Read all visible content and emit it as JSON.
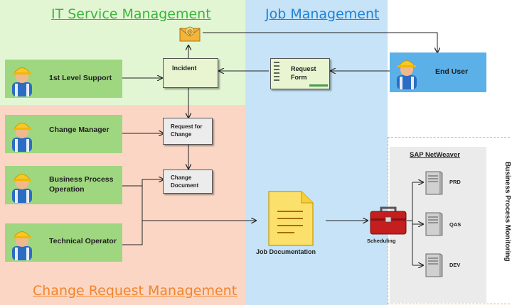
{
  "regions": {
    "itsm_title": "IT Service Management",
    "job_title": "Job Management",
    "crm_title": "Change Request Management",
    "bpm_title": "Business Process Monitoring"
  },
  "actors": {
    "first_level": "1st Level Support",
    "change_manager": "Change Manager",
    "bpo": "Business Process Operation",
    "tech_op": "Technical Operator",
    "end_user": "End User"
  },
  "documents": {
    "incident": "Incident",
    "request_form": "Request Form",
    "rfc": "Request for Change",
    "change_doc": "Change Document",
    "job_doc": "Job Documentation"
  },
  "sap": {
    "title": "SAP NetWeaver",
    "scheduling": "Scheduling",
    "systems": [
      "PRD",
      "QAS",
      "DEV"
    ]
  },
  "colors": {
    "itsm_bg": "#e2f6d4",
    "job_bg": "#c6e3f7",
    "crm_bg": "#fbd6c5",
    "actor_green": "#9fd680",
    "actor_blue": "#5bb0e8",
    "title_green": "#3cb43c",
    "title_blue": "#1f83d6",
    "title_orange": "#f3852b"
  }
}
